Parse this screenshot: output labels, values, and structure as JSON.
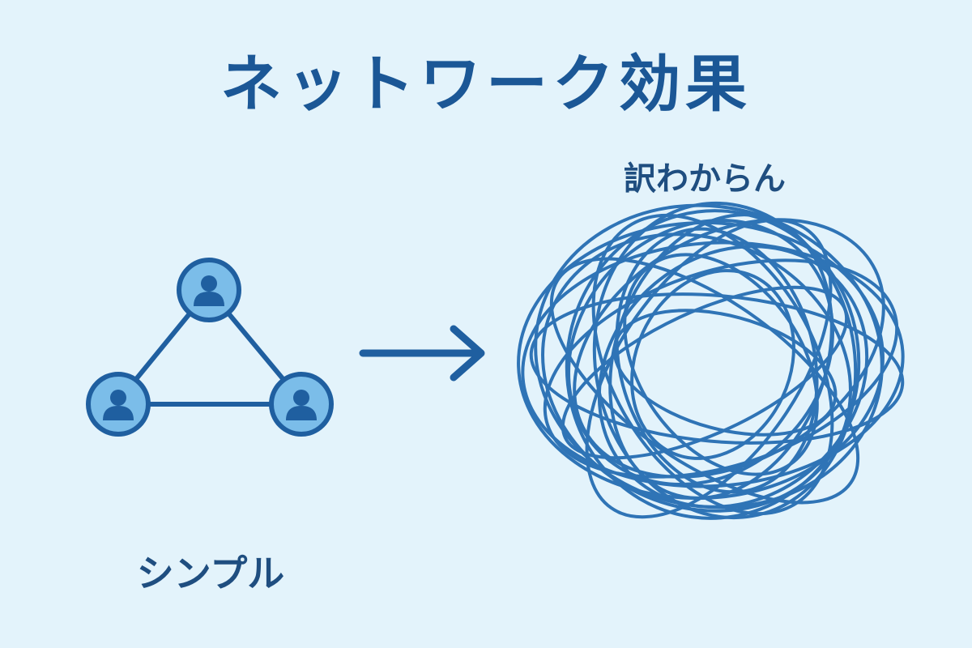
{
  "title": "ネットワーク効果",
  "simple": {
    "label": "シンプル",
    "nodes": [
      "user-icon",
      "user-icon",
      "user-icon"
    ]
  },
  "messy": {
    "label": "訳わからん"
  },
  "arrow": {
    "icon": "right-arrow-icon"
  },
  "colors": {
    "background": "#e3f3fb",
    "primary": "#1f5fa0",
    "node_fill": "#7bbde9",
    "tangle": "#2f74b6"
  }
}
